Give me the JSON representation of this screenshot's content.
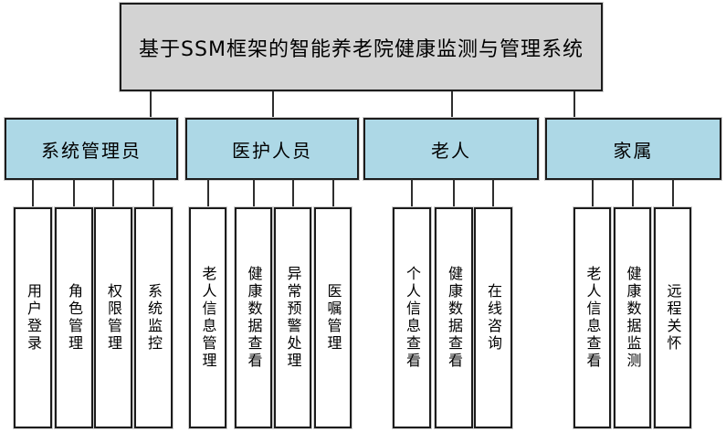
{
  "diagram": {
    "title": "基于SSM框架的智能养老院健康监测与管理系统",
    "groups": [
      {
        "label": "系统管理员",
        "children": [
          "用户登录",
          "角色管理",
          "权限管理",
          "系统监控"
        ]
      },
      {
        "label": "医护人员",
        "children": [
          "老人信息管理",
          "健康数据查看",
          "异常预警处理",
          "医嘱管理"
        ]
      },
      {
        "label": "老人",
        "children": [
          "个人信息查看",
          "健康数据查看",
          "在线咨询"
        ]
      },
      {
        "label": "家属",
        "children": [
          "老人信息查看",
          "健康数据监测",
          "远程关怀"
        ]
      }
    ],
    "colors": {
      "root_fill": "#d3d3d3",
      "group_fill": "#add8e6",
      "leaf_fill": "#ffffff",
      "border": "#1c1c1c",
      "connector": "#2e2e2e"
    }
  }
}
